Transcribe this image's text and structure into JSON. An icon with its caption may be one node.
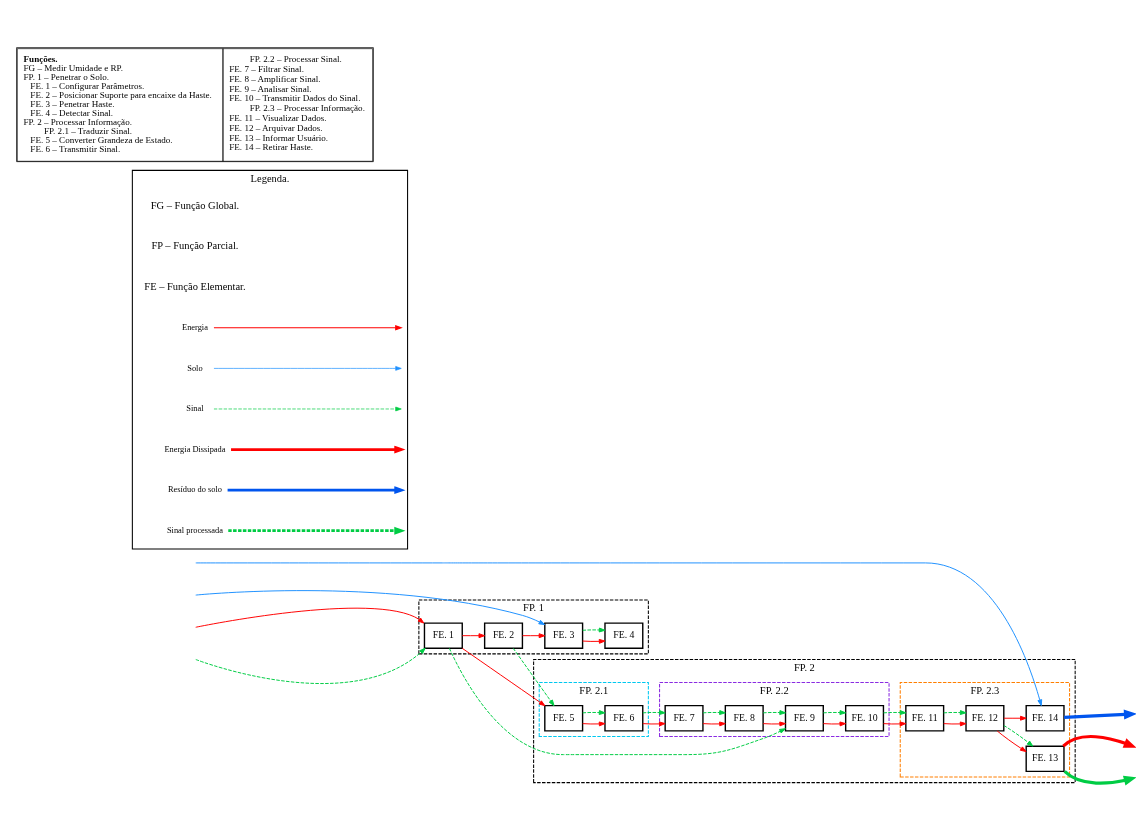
{
  "diagram": {
    "nodes": [
      {
        "text": [
          "FP. 1"
        ]
      },
      {
        "text": [
          "FE. 1"
        ],
        "in": 0
      },
      {
        "text": [
          "FE. 2"
        ],
        "in": 0
      },
      {
        "text": [
          "FE. 3"
        ],
        "in": 0
      },
      {
        "text": [
          "FE. 4"
        ],
        "in": 0
      },
      {
        "text": [
          "FP. 2"
        ]
      },
      {
        "text": [
          "FP. 2.1"
        ],
        "in": 5
      },
      {
        "text": [
          "FE. 5"
        ],
        "in": 6
      },
      {
        "text": [
          "FE. 6"
        ],
        "in": 6
      },
      {
        "text": [
          "FP. 2.2"
        ],
        "in": 5
      },
      {
        "text": [
          "FE. 7"
        ],
        "in": 9
      },
      {
        "text": [
          "FE. 8"
        ],
        "in": 9
      },
      {
        "text": [
          "FE. 9"
        ],
        "in": 9
      },
      {
        "text": [
          "FE. 10"
        ],
        "in": 9
      },
      {
        "text": [
          "FP. 2.3"
        ],
        "in": 5
      },
      {
        "text": [
          "FE. 11"
        ],
        "in": 14
      },
      {
        "text": [
          "FE. 12"
        ],
        "in": 14
      },
      {
        "text": [
          "FE. 13"
        ],
        "in": 14
      },
      {
        "text": [
          "FE. 14"
        ],
        "in": 14
      },
      {
        "text": [
          "Legenda."
        ]
      },
      {
        "text": [
          "Funções.",
          "FG – Medir Umidade e RP.",
          "FP. 1 – Penetrar o Solo.",
          "FE. 1 – Configurar Parâmetros.",
          "FE. 2 – Posicionar Suporte para encaixe da Haste.",
          "FE. 3 – Penetrar Haste.",
          "FE. 4 – Detectar Sinal.",
          "FP. 2 – Processar Informação.",
          "FP. 2.1 – Traduzir Sinal.",
          "FE. 5 – Converter Grandeza de Estado.",
          "FE. 6 – Transmitir Sinal.",
          "FP. 2.2 – Processar Sinal.",
          "FE. 7 – Filtrar Sinal.",
          "FE. 8 – Amplificar Sinal.",
          "FE. 9 – Analisar Sinal.",
          "FE. 10 – Transmitir Dados do Sinal.",
          "FP. 2.3 – Processar Informação.",
          "FE. 11 – Visualizar Dados.",
          "FE. 12 – Arquivar Dados.",
          "FE. 13 – Informar Usuário.",
          "FE. 14 – Retirar Haste."
        ]
      }
    ],
    "edges": [
      {
        "from": null,
        "to": 1,
        "arrow": "to",
        "style": "dashed",
        "color": "#00cc44"
      },
      {
        "from": null,
        "to": 1,
        "arrow": "to"
      },
      {
        "from": 1,
        "to": 2,
        "arrow": "to"
      },
      {
        "from": 2,
        "to": 3,
        "arrow": "to"
      },
      {
        "from": 1,
        "to": 7,
        "arrow": "to"
      },
      {
        "from": 1,
        "to": 12,
        "arrow": "to",
        "style": "dashed",
        "color": "#00cc44"
      },
      {
        "from": 2,
        "to": 7,
        "arrow": "to",
        "style": "dashed",
        "color": "#00cc44"
      },
      {
        "from": null,
        "to": 3,
        "arrow": "to",
        "color": "#1e90ff"
      },
      {
        "from": null,
        "to": 18,
        "arrow": "to",
        "color": "#1e90ff"
      },
      {
        "from": 3,
        "to": 4,
        "arrow": "to"
      },
      {
        "from": 3,
        "to": 4,
        "arrow": "to",
        "style": "dashed",
        "color": "#00cc44"
      },
      {
        "from": 7,
        "to": 8,
        "arrow": "to"
      },
      {
        "from": 7,
        "to": 8,
        "arrow": "to",
        "style": "dashed",
        "color": "#00cc44"
      },
      {
        "from": 8,
        "to": 10,
        "arrow": "to"
      },
      {
        "from": 8,
        "to": 10,
        "arrow": "to",
        "style": "dashed",
        "color": "#00cc44"
      },
      {
        "from": 10,
        "to": 11,
        "arrow": "to"
      },
      {
        "from": 10,
        "to": 11,
        "arrow": "to",
        "style": "dashed",
        "color": "#00cc44"
      },
      {
        "from": 11,
        "to": 12,
        "arrow": "to"
      },
      {
        "from": 11,
        "to": 12,
        "arrow": "to",
        "style": "dashed",
        "color": "#00cc44"
      },
      {
        "from": 12,
        "to": 13,
        "arrow": "to"
      },
      {
        "from": 12,
        "to": 13,
        "arrow": "to",
        "style": "dashed",
        "color": "#00cc44"
      },
      {
        "from": 13,
        "to": 15,
        "arrow": "to"
      },
      {
        "from": 13,
        "to": 15,
        "arrow": "to",
        "style": "dashed",
        "color": "#00cc44"
      },
      {
        "from": 15,
        "to": 16,
        "arrow": "to"
      },
      {
        "from": 15,
        "to": 16,
        "arrow": "to",
        "style": "dashed",
        "color": "#00cc44"
      },
      {
        "from": 16,
        "to": 17,
        "arrow": "to"
      },
      {
        "from": 16,
        "to": 17,
        "arrow": "to",
        "style": "dashed",
        "color": "#00cc44"
      },
      {
        "from": 16,
        "to": 18,
        "arrow": "to"
      },
      {
        "from": 17,
        "to": null,
        "arrow": "to",
        "style": "thick"
      },
      {
        "from": 17,
        "to": null,
        "arrow": "to",
        "style": "thick",
        "color": "#00cc44"
      },
      {
        "from": 18,
        "to": null,
        "arrow": "to",
        "style": "thick",
        "color": "#0055ee"
      }
    ],
    "labels": [
      "FG – Função Global.",
      "FP – Função Parcial.",
      "FE – Função Elementar."
    ],
    "legend": [
      {
        "text": "Energia"
      },
      {
        "text": "Solo"
      },
      {
        "text": "Sinal"
      },
      {
        "text": "Energia Dissipada"
      },
      {
        "text": "Resíduo do solo"
      },
      {
        "text": "Sinal processada"
      }
    ]
  }
}
